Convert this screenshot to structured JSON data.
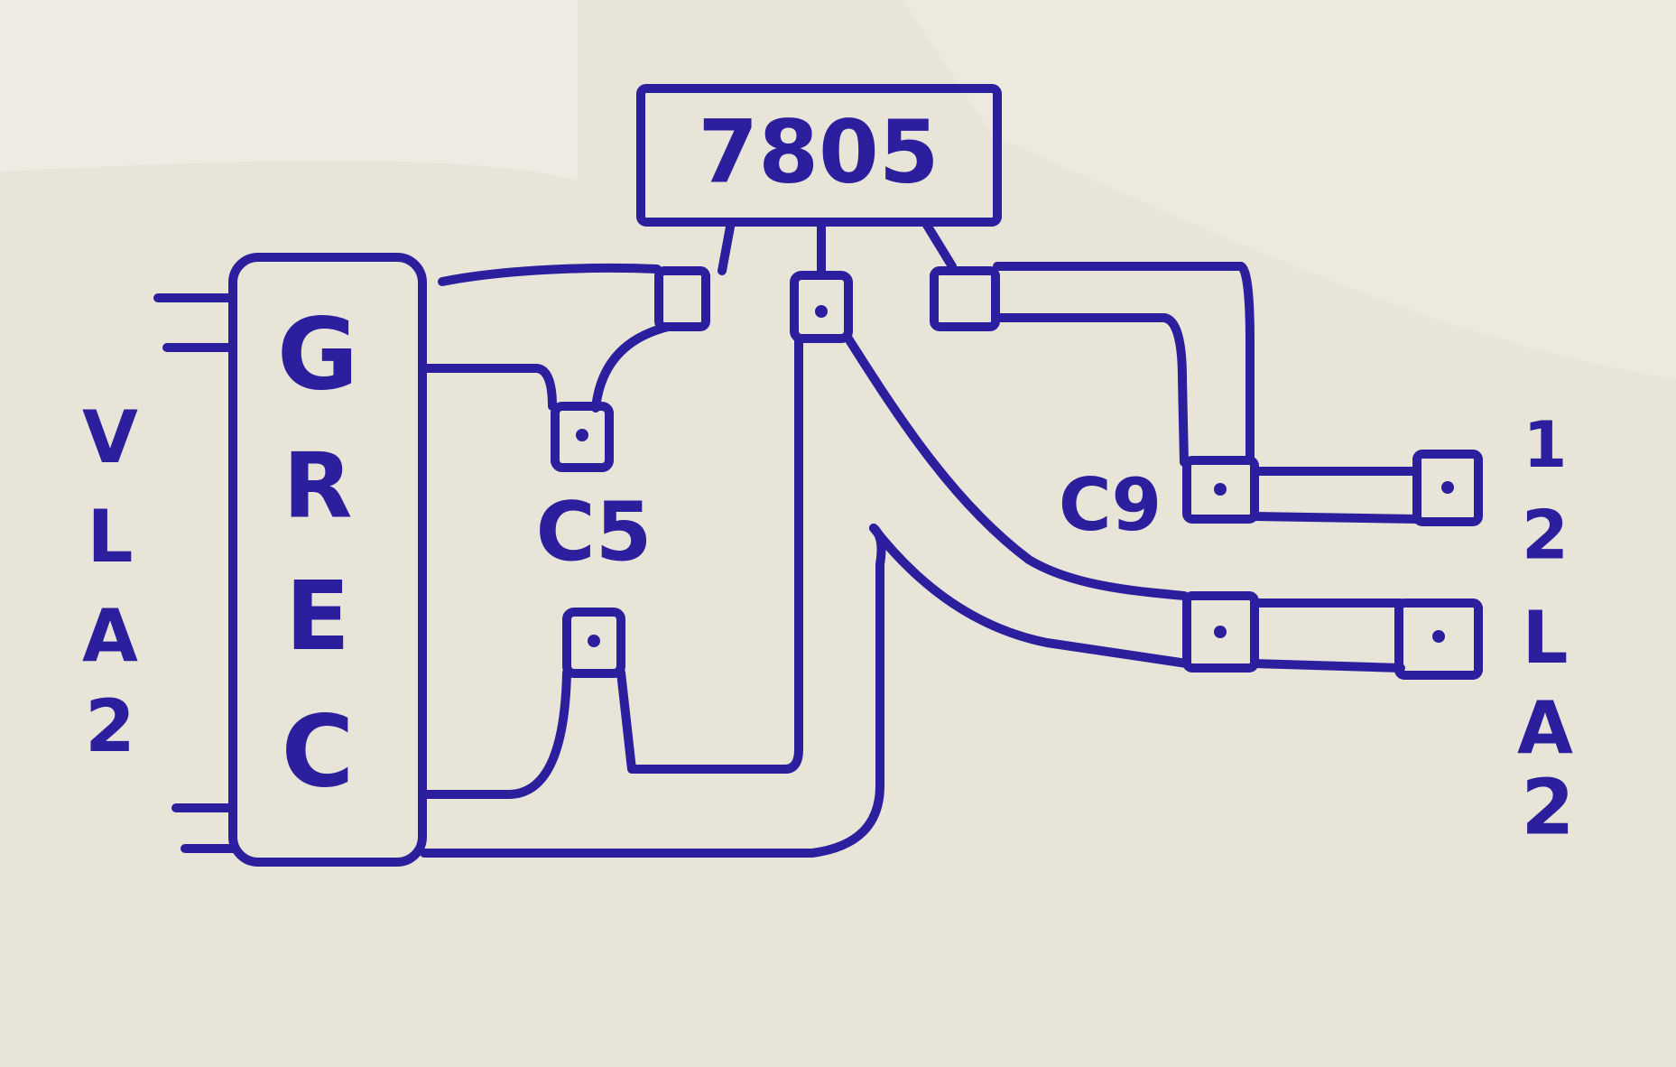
{
  "regulator": {
    "label": "7805"
  },
  "rectifier": {
    "letters": [
      "G",
      "R",
      "E",
      "C"
    ]
  },
  "capacitors": {
    "c5": "C5",
    "c9": "C9"
  },
  "connectors": {
    "left": [
      "V",
      "L",
      "A",
      "2"
    ],
    "right": [
      "1",
      "2",
      "L",
      "A",
      "2"
    ]
  },
  "colors": {
    "ink": "#2c1f9e",
    "paper": "#e9e4d8",
    "paper_light": "#f1ede3"
  }
}
